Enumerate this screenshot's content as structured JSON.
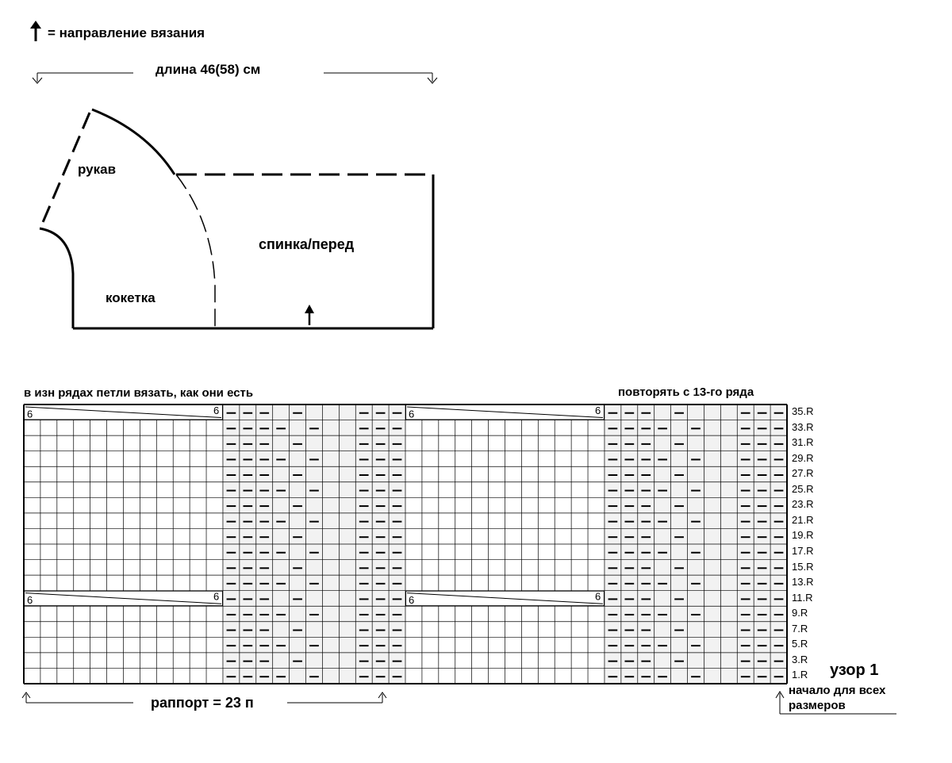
{
  "legend": {
    "arrow_meaning": "= направление вязания"
  },
  "schematic": {
    "length_label": "длина 46(58) см",
    "sleeve_label": "рукав",
    "yoke_label": "кокетка",
    "back_front_label": "спинка/перед"
  },
  "chart": {
    "left_note": "в изн рядах петли вязать, как они есть",
    "right_note": "повторять с 13-го ряда",
    "pattern_title": "узор 1",
    "start_note_line1": "начало для всех",
    "start_note_line2": "размеров",
    "repeat_label": "раппорт = 23 п",
    "cable_number": "6",
    "row_labels": [
      "35.R",
      "33.R",
      "31.R",
      "29.R",
      "27.R",
      "25.R",
      "23.R",
      "21.R",
      "19.R",
      "17.R",
      "15.R",
      "13.R",
      "11.R",
      "9.R",
      "7.R",
      "5.R",
      "3.R",
      "1.R"
    ],
    "purl_symbol": "–"
  }
}
